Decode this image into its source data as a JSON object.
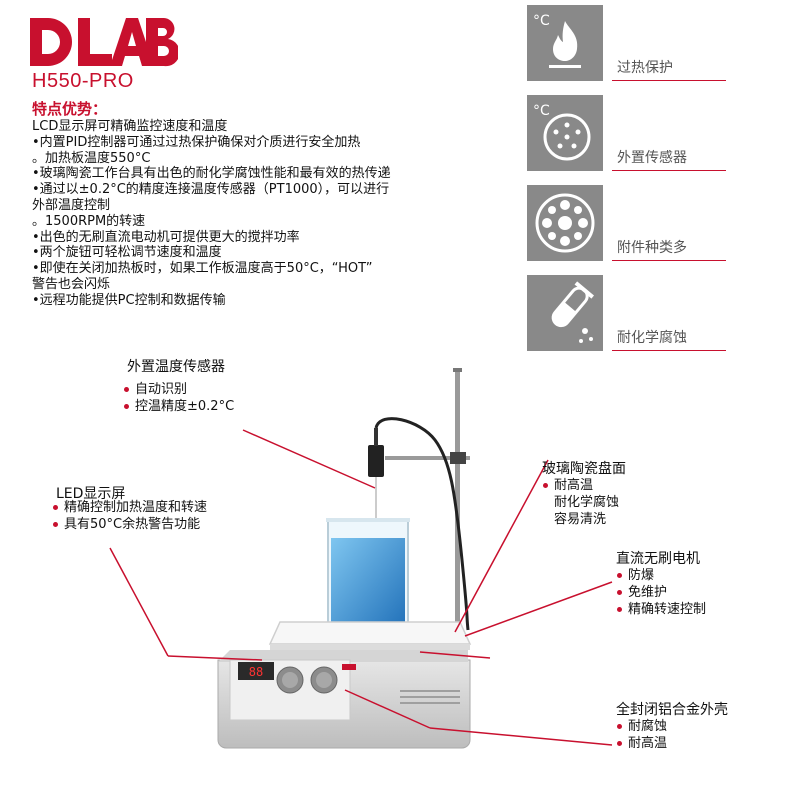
{
  "brand": {
    "logo_text": "DLAB",
    "model": "H550-PRO",
    "accent_color": "#c8102e",
    "logo_color": "#c8102e"
  },
  "features": {
    "title": "特点优势：",
    "items": [
      "LCD显示屏可精确监控速度和温度",
      "•内置PID控制器可通过过热保护确保对介质进行安全加热",
      "。加热板温度550°C",
      "•玻璃陶瓷工作台具有出色的耐化学腐蚀性能和最有效的热传递",
      "•通过以±0.2°C的精度连接温度传感器（PT1000），可以进行",
      "外部温度控制",
      "。1500RPM的转速",
      "•出色的无刷直流电动机可提供更大的搅拌功率",
      "•两个旋钮可轻松调节速度和温度",
      "•即使在关闭加热板时，如果工作板温度高于50°C，“HOT”",
      "警告也会闪烁",
      "•远程功能提供PC控制和数据传输"
    ]
  },
  "tiles": [
    {
      "label": "过热保护",
      "icon": "flame-icon",
      "unit": "°C"
    },
    {
      "label": "外置传感器",
      "icon": "sensor-plug-icon",
      "unit": "°C"
    },
    {
      "label": "附件种类多",
      "icon": "accessory-plate-icon"
    },
    {
      "label": "耐化学腐蚀",
      "icon": "test-tube-icon"
    }
  ],
  "callouts": {
    "sensor": {
      "title": "外置温度传感器",
      "items": [
        "自动识别",
        "控温精度±0.2°C"
      ]
    },
    "led": {
      "title": "LED显示屏",
      "items": [
        "精确控制加热温度和转速",
        "具有50°C余热警告功能"
      ]
    },
    "glass": {
      "title": "玻璃陶瓷盘面",
      "items": [
        "耐高温",
        "耐化学腐蚀",
        "容易清洗"
      ]
    },
    "motor": {
      "title": "直流无刷电机",
      "items": [
        "防爆",
        "免维护",
        "精确转速控制"
      ]
    },
    "shell": {
      "title": "全封闭铝合金外壳",
      "items": [
        "耐腐蚀",
        "耐高温"
      ]
    }
  },
  "device_display": "88"
}
